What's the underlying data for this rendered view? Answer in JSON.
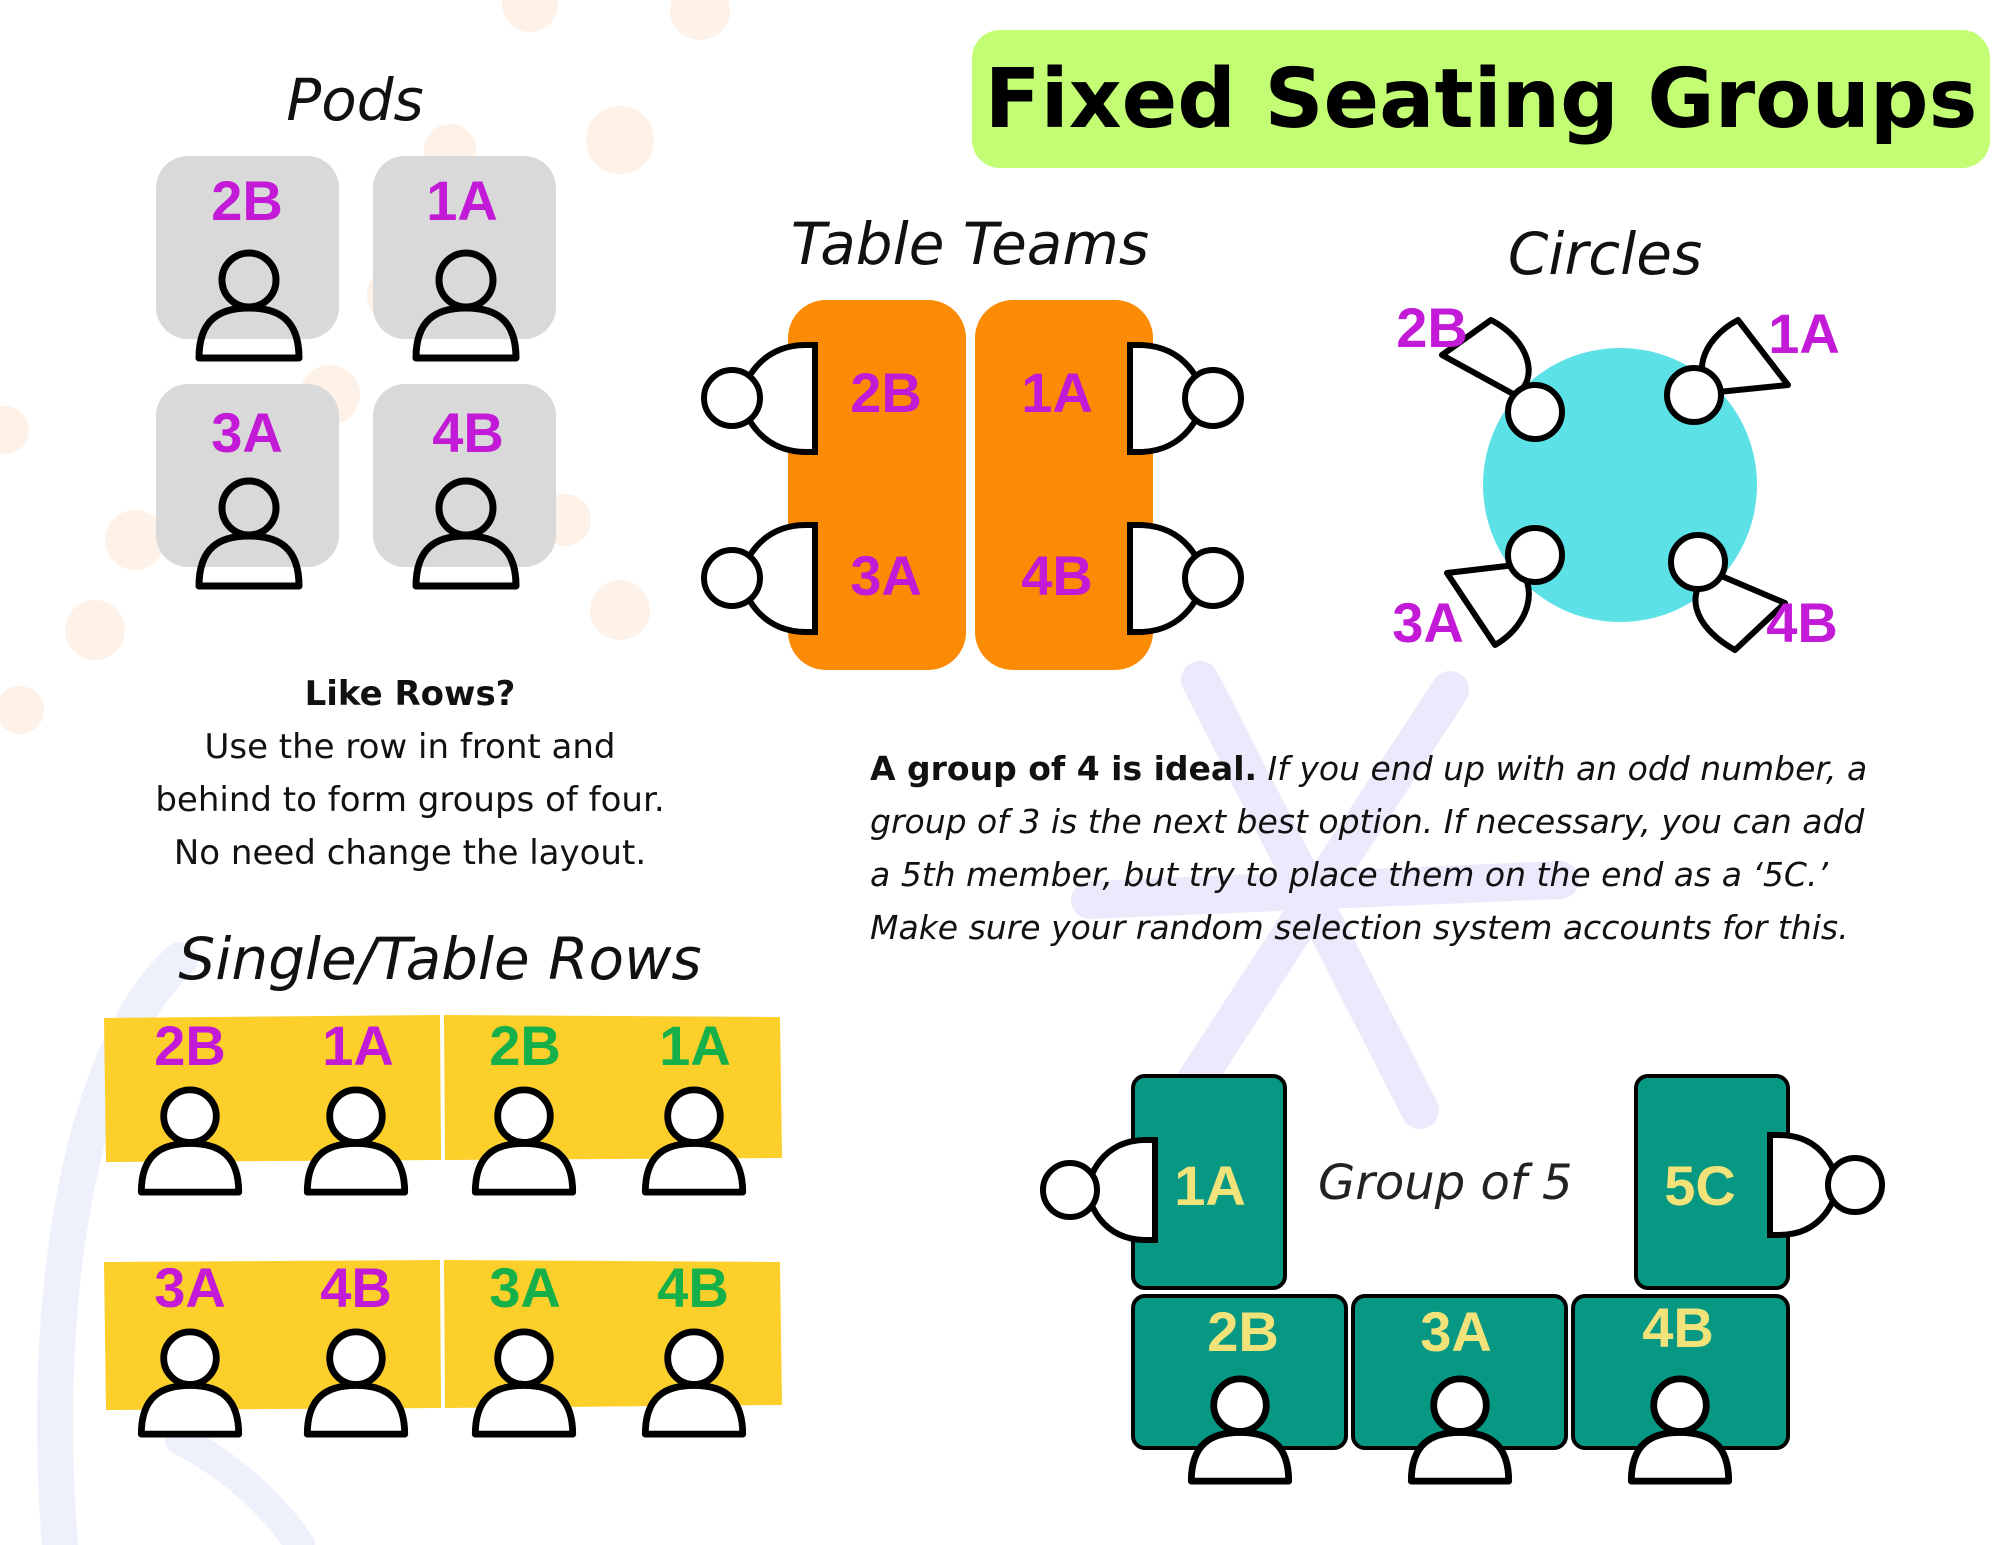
{
  "title": "Fixed Seating Groups",
  "colors": {
    "banner": "#c2fd74",
    "pod_tile": "#d9d9d9",
    "table_orange": "#fb8b04",
    "circle_cyan": "#5ce1e6",
    "row_yellow": "#fccf2a",
    "teal": "#069883",
    "label_purple": "#c21ad6",
    "label_green": "#15b04a",
    "label_yellow": "#f2e27a"
  },
  "pods": {
    "heading": "Pods",
    "seats": [
      "2B",
      "1A",
      "3A",
      "4B"
    ]
  },
  "table_teams": {
    "heading": "Table Teams",
    "seats": [
      "2B",
      "1A",
      "3A",
      "4B"
    ]
  },
  "circles": {
    "heading": "Circles",
    "seats": [
      "2B",
      "1A",
      "3A",
      "4B"
    ]
  },
  "like_rows": {
    "title": "Like Rows?",
    "lines": [
      "Use the row in front and",
      "behind to form groups of four.",
      "No need change the layout."
    ]
  },
  "single_rows": {
    "heading": "Single/Table Rows",
    "row1": [
      "2B",
      "1A",
      "2B",
      "1A"
    ],
    "row2": [
      "3A",
      "4B",
      "3A",
      "4B"
    ]
  },
  "group_note": {
    "strong": "A group of 4 is ideal.",
    "rest": " If you end up with an odd number, a group of 3 is the next best option. If necessary, you can add a 5th member, but try to place them on the end as a ‘5C.’ Make sure your random selection system accounts for this."
  },
  "group_of_five": {
    "label": "Group of 5",
    "seats": [
      "1A",
      "5C",
      "2B",
      "3A",
      "4B"
    ]
  }
}
